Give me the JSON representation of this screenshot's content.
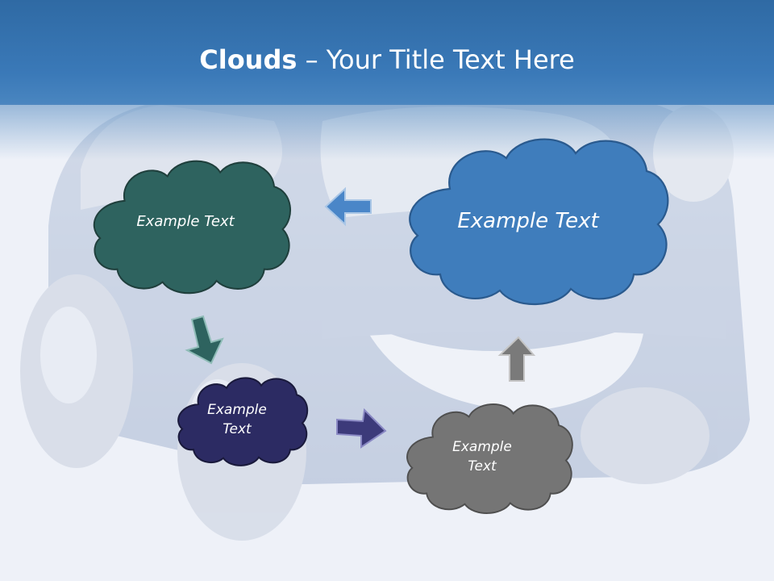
{
  "slide": {
    "title_bold": "Clouds",
    "title_dash": " – ",
    "title_rest": "Your Title Text Here"
  },
  "clouds": [
    {
      "label": "Example Text",
      "color": "#2e635f"
    },
    {
      "label": "Example Text",
      "color": "#3f7dbc"
    },
    {
      "label": "Example Text",
      "color": "#2c2b63"
    },
    {
      "label": "Example Text",
      "color": "#757575"
    }
  ],
  "arrows": [
    {
      "direction": "left",
      "color": "#4a86c8"
    },
    {
      "direction": "down-right",
      "color": "#2e635f"
    },
    {
      "direction": "right",
      "color": "#3c3a7a"
    },
    {
      "direction": "up",
      "color": "#7a7a7a"
    }
  ],
  "colors": {
    "header": "#3a79b8",
    "background": "#eef2f8"
  }
}
